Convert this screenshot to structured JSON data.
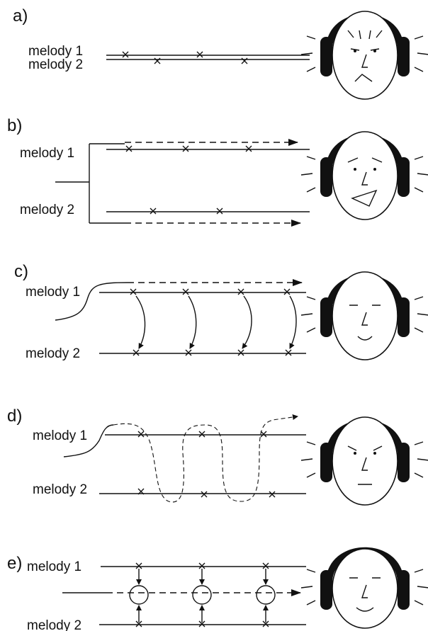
{
  "panels": [
    {
      "id": "a",
      "label": "a)",
      "melody1": "melody 1",
      "melody2": "melody 2"
    },
    {
      "id": "b",
      "label": "b)",
      "melody1": "melody 1",
      "melody2": "melody 2"
    },
    {
      "id": "c",
      "label": "c)",
      "melody1": "melody 1",
      "melody2": "melody 2"
    },
    {
      "id": "d",
      "label": "d)",
      "melody1": "melody 1",
      "melody2": "melody 2"
    },
    {
      "id": "e",
      "label": "e)",
      "melody1": "melody 1",
      "melody2": "melody 2"
    }
  ]
}
